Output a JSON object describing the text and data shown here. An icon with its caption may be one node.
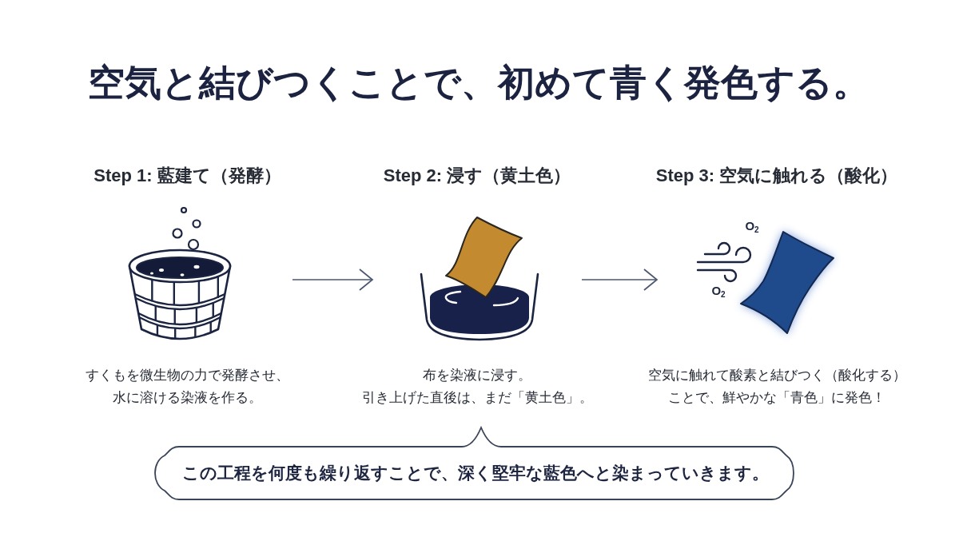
{
  "diagram": {
    "title": "空気と結びつくことで、初めて青く発色する。",
    "nodes": [
      {
        "text": [
          "Step 1: 藍建て（発酵）",
          "すくもを微生物の力で発酵させ、水に溶ける染液を作る。"
        ]
      },
      {
        "text": [
          "Step 2: 浸す（黄土色）",
          "布を染液に浸す。引き上げた直後は、まだ「黄土色」。"
        ]
      },
      {
        "text": [
          "Step 3: 空気に触れる（酸化）",
          "空気に触れて酸素と結びつく（酸化する）ことで、鮮やかな「青色」に発色！"
        ]
      },
      {
        "text": [
          "この工程を何度も繰り返すことで、深く堅牢な藍色へと染まっていきます。"
        ]
      }
    ],
    "edges": [
      {
        "from": 0,
        "to": 1,
        "arrow": "to"
      },
      {
        "from": 1,
        "to": 2,
        "arrow": "to"
      }
    ],
    "labels": [
      "O$_{2}$",
      "O$_{2}$"
    ]
  }
}
